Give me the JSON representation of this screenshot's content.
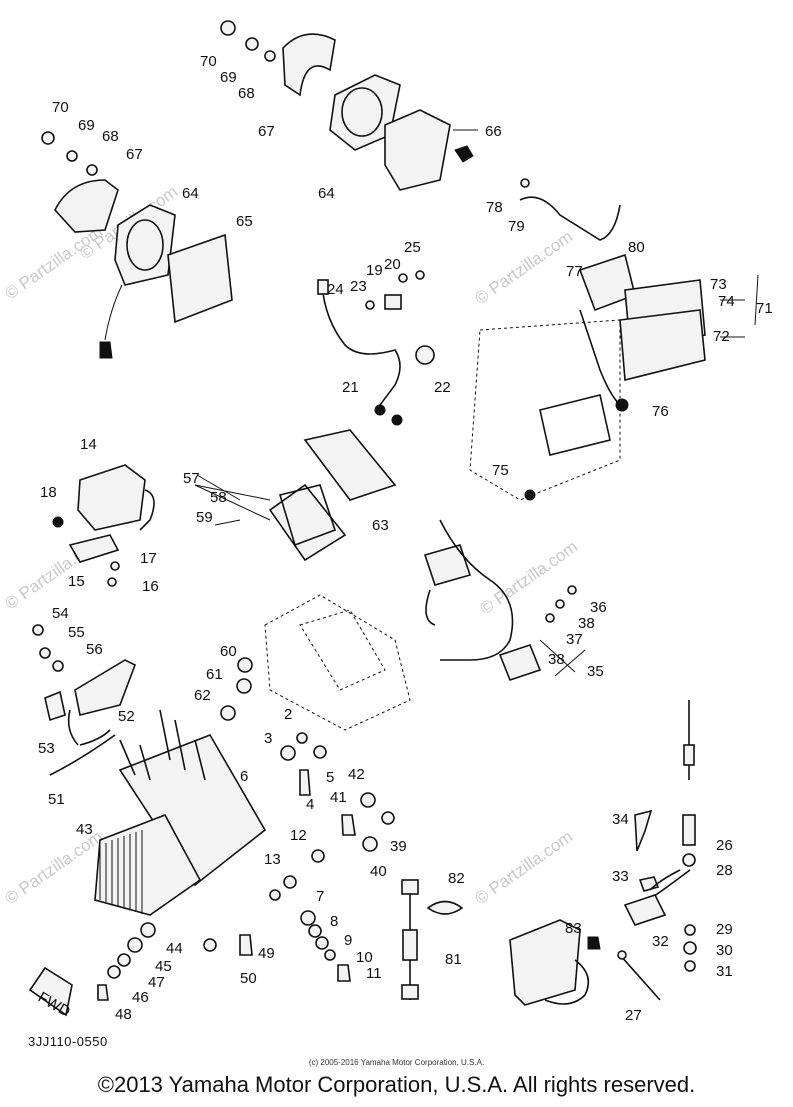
{
  "watermark": "© Partzilla.com",
  "code": "3JJ110-0550",
  "small_copyright": "(c) 2005-2016 Yamaha Motor Corporation, U.S.A.",
  "copyright": "©2013 Yamaha Motor Corporation, U.S.A. All rights reserved.",
  "fwd": "FWD",
  "labels": [
    "70",
    "69",
    "68",
    "67",
    "64",
    "66",
    "70",
    "69",
    "68",
    "67",
    "64",
    "65",
    "78",
    "79",
    "80",
    "77",
    "73",
    "74",
    "71",
    "72",
    "25",
    "20",
    "19",
    "23",
    "24",
    "21",
    "22",
    "76",
    "75",
    "14",
    "18",
    "15",
    "17",
    "16",
    "57",
    "58",
    "59",
    "63",
    "36",
    "38",
    "37",
    "38",
    "35",
    "54",
    "55",
    "56",
    "52",
    "53",
    "51",
    "60",
    "61",
    "62",
    "2",
    "3",
    "5",
    "4",
    "42",
    "41",
    "39",
    "40",
    "6",
    "43",
    "12",
    "13",
    "34",
    "26",
    "28",
    "33",
    "32",
    "29",
    "30",
    "31",
    "27",
    "82",
    "83",
    "81",
    "7",
    "8",
    "9",
    "10",
    "11",
    "44",
    "45",
    "47",
    "46",
    "48",
    "49",
    "50"
  ]
}
